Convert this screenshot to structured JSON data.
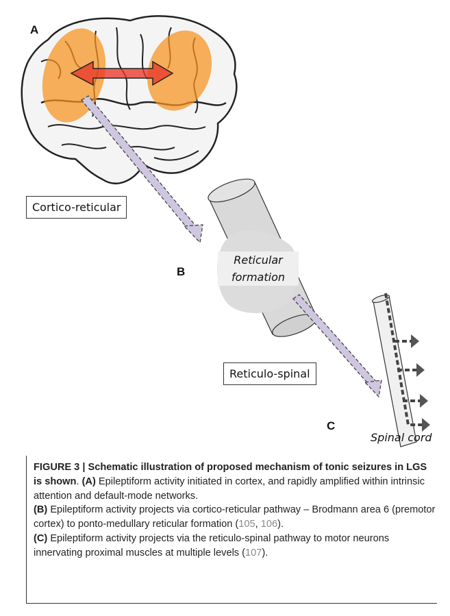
{
  "figure": {
    "panel_a": "A",
    "panel_b": "B",
    "panel_c": "C",
    "cortico_reticular_label": "Cortico-reticular",
    "reticular_label_line1": "Reticular",
    "reticular_label_line2": "formation",
    "reticulo_spinal_label": "Reticulo-spinal",
    "spinal_cord_label": "Spinal cord"
  },
  "caption": {
    "title": "FIGURE 3 | Schematic illustration of proposed mechanism of tonic seizures in LGS is shown",
    "title_period": ".",
    "a_label": "(A)",
    "a_text": " Epileptiform activity initiated in cortex, and rapidly amplified within intrinsic attention and default-mode networks.",
    "b_label": "(B)",
    "b_text": " Epileptiform activity projects via cortico-reticular pathway – Brodmann area 6 (premotor cortex) to ponto-medullary reticular formation (",
    "ref_105": "105",
    "comma": ", ",
    "ref_106": "106",
    "b_end": ").",
    "c_label": "(C)",
    "c_text": " Epileptiform activity projects via the reticulo-spinal pathway to motor neurons innervating proximal muscles at multiple levels (",
    "ref_107": "107",
    "c_end": ")."
  },
  "colors": {
    "highlight_orange": "#f7931e",
    "arrow_red": "#e8392a",
    "dashed_arrow_fill": "#cfc6df",
    "structure_gray": "#d9d9d9"
  }
}
